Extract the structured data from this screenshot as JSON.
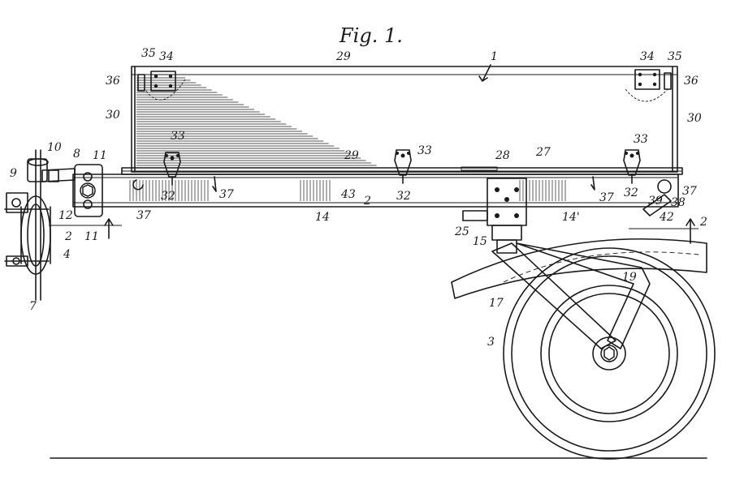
{
  "figure": {
    "title": "Fig. 1.",
    "labels": [
      {
        "id": "1",
        "text": "1"
      },
      {
        "id": "2a",
        "text": "2"
      },
      {
        "id": "2b",
        "text": "2"
      },
      {
        "id": "2c",
        "text": "2"
      },
      {
        "id": "3",
        "text": "3"
      },
      {
        "id": "4",
        "text": "4"
      },
      {
        "id": "7",
        "text": "7"
      },
      {
        "id": "8",
        "text": "8"
      },
      {
        "id": "9",
        "text": "9"
      },
      {
        "id": "10",
        "text": "10"
      },
      {
        "id": "11a",
        "text": "11"
      },
      {
        "id": "11b",
        "text": "11"
      },
      {
        "id": "12",
        "text": "12"
      },
      {
        "id": "14",
        "text": "14"
      },
      {
        "id": "14p",
        "text": "14'"
      },
      {
        "id": "15",
        "text": "15"
      },
      {
        "id": "17",
        "text": "17"
      },
      {
        "id": "19",
        "text": "19"
      },
      {
        "id": "25",
        "text": "25"
      },
      {
        "id": "27",
        "text": "27"
      },
      {
        "id": "28",
        "text": "28"
      },
      {
        "id": "29a",
        "text": "29"
      },
      {
        "id": "29b",
        "text": "29"
      },
      {
        "id": "30a",
        "text": "30"
      },
      {
        "id": "30b",
        "text": "30"
      },
      {
        "id": "32a",
        "text": "32"
      },
      {
        "id": "32b",
        "text": "32"
      },
      {
        "id": "32c",
        "text": "32"
      },
      {
        "id": "33a",
        "text": "33"
      },
      {
        "id": "33b",
        "text": "33"
      },
      {
        "id": "33c",
        "text": "33"
      },
      {
        "id": "34a",
        "text": "34"
      },
      {
        "id": "34b",
        "text": "34"
      },
      {
        "id": "35a",
        "text": "35"
      },
      {
        "id": "35b",
        "text": "35"
      },
      {
        "id": "36a",
        "text": "36"
      },
      {
        "id": "36b",
        "text": "36"
      },
      {
        "id": "37a",
        "text": "37"
      },
      {
        "id": "37b",
        "text": "37"
      },
      {
        "id": "37c",
        "text": "37"
      },
      {
        "id": "37d",
        "text": "37"
      },
      {
        "id": "38",
        "text": "38"
      },
      {
        "id": "39",
        "text": "39"
      },
      {
        "id": "42",
        "text": "42"
      },
      {
        "id": "43",
        "text": "43"
      }
    ]
  }
}
